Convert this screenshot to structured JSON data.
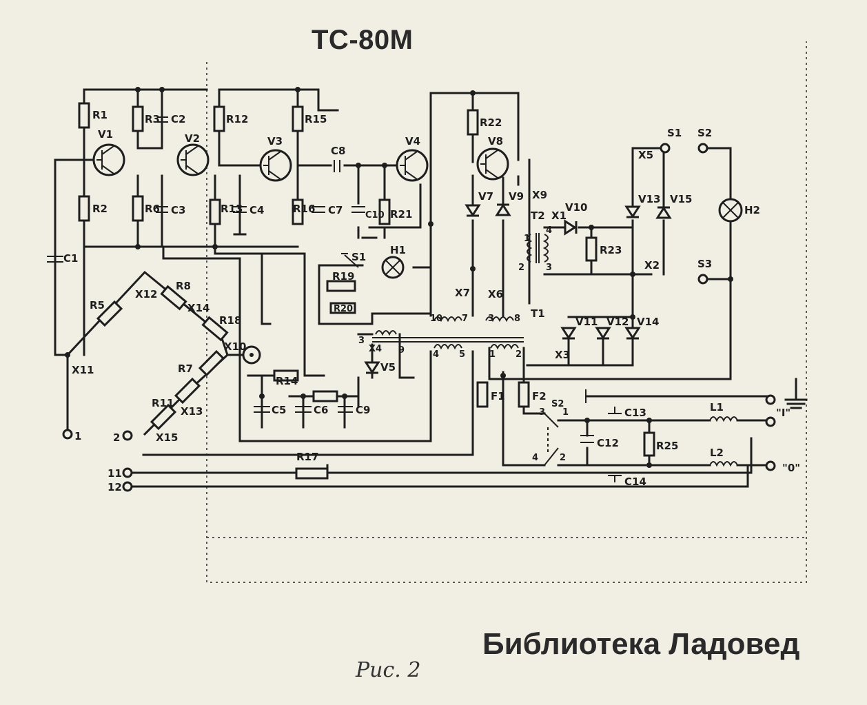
{
  "title": "ТС-80М",
  "library": "Библиотека Ладовед",
  "figure_caption": "Рис. 2",
  "components": {
    "resistors": [
      "R1",
      "R2",
      "R3",
      "R5",
      "R6",
      "R7",
      "R8",
      "R11",
      "R12",
      "R13",
      "R14",
      "R15",
      "R16",
      "R17",
      "R18",
      "R19",
      "R20",
      "R21",
      "R22",
      "R23",
      "R25"
    ],
    "capacitors": [
      "C1",
      "C2",
      "C3",
      "C4",
      "C5",
      "C6",
      "C7",
      "C8",
      "C9",
      "C10",
      "C12",
      "C13",
      "C14"
    ],
    "transistors": [
      "V1",
      "V2",
      "V3",
      "V4",
      "V8"
    ],
    "diodes": [
      "V5",
      "V7",
      "V9",
      "V10",
      "V11",
      "V12",
      "V13",
      "V14",
      "V15"
    ],
    "connectors": [
      "X1",
      "X2",
      "X3",
      "X4",
      "X5",
      "X6",
      "X7",
      "X9",
      "X10",
      "X11",
      "X12",
      "X13",
      "X14",
      "X15"
    ],
    "lamps": [
      "H1",
      "H2"
    ],
    "switches": [
      "S1",
      "S2"
    ],
    "transformers": [
      "T1",
      "T2"
    ],
    "fuses": [
      "F1",
      "F2"
    ],
    "inductors": [
      "L1",
      "L2"
    ],
    "sockets": [
      "S1",
      "S2",
      "S3"
    ]
  },
  "terminals": {
    "t1": "1",
    "t2": "2",
    "t11": "11",
    "t12": "12",
    "out_i": "\"I\"",
    "out_0": "\"0\""
  },
  "pin_numbers": {
    "t2_1": "1",
    "t2_2": "2",
    "t2_3": "3",
    "t2_4": "4",
    "t1_1": "1",
    "t1_2": "2",
    "t1_3": "3",
    "t1_4": "4",
    "t1_5": "5",
    "t1_6": "6",
    "t1_7": "7",
    "t1_8": "8",
    "t1_9": "9",
    "t1_10": "10",
    "s2_1": "1",
    "s2_2": "2",
    "s2_3": "3",
    "s2_4": "4"
  },
  "colors": {
    "paper": "#f1eee3",
    "ink": "#1e1e1e"
  }
}
